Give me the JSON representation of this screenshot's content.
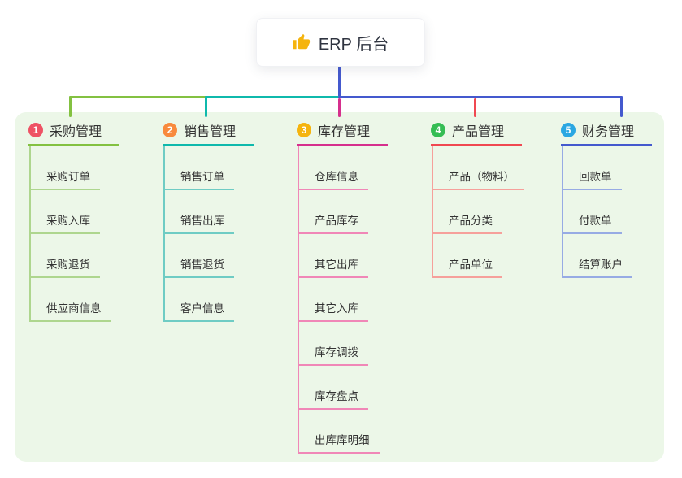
{
  "root": {
    "label": "ERP 后台",
    "icon": "thumbs-up-icon",
    "icon_color": "#f5b40e"
  },
  "colors": {
    "page_background": "#ffffff",
    "panel_background": "#ecf7e8",
    "text": "#333333",
    "root_connector": "#4459ce",
    "rail_green": "#83c141",
    "rail_teal": "#0fb9ac",
    "rail_blue": "#4459ce",
    "drop_branch1": "#83c141",
    "drop_branch2": "#0fb9ac",
    "drop_branch3": "#d62f8d",
    "drop_branch4": "#f04851",
    "drop_branch5": "#4459ce"
  },
  "branches": [
    {
      "index": "1",
      "label": "采购管理",
      "badge_color": "#ee5264",
      "line_color": "#83c141",
      "child_line_color": "#aed68e",
      "children": [
        "采购订单",
        "采购入库",
        "采购退货",
        "供应商信息"
      ]
    },
    {
      "index": "2",
      "label": "销售管理",
      "badge_color": "#f88a3d",
      "line_color": "#0fb9ac",
      "child_line_color": "#6fccc4",
      "children": [
        "销售订单",
        "销售出库",
        "销售退货",
        "客户信息"
      ]
    },
    {
      "index": "3",
      "label": "库存管理",
      "badge_color": "#f5b40f",
      "line_color": "#d62f8d",
      "child_line_color": "#f087b7",
      "children": [
        "仓库信息",
        "产品库存",
        "其它出库",
        "其它入库",
        "库存调拨",
        "库存盘点",
        "出库库明细"
      ]
    },
    {
      "index": "4",
      "label": "产品管理",
      "badge_color": "#35bd54",
      "line_color": "#f04851",
      "child_line_color": "#f6a09b",
      "children": [
        "产品（物料）",
        "产品分类",
        "产品单位"
      ]
    },
    {
      "index": "5",
      "label": "财务管理",
      "badge_color": "#2aa7e2",
      "line_color": "#4459ce",
      "child_line_color": "#97abe4",
      "children": [
        "回款单",
        "付款单",
        "结算账户"
      ]
    }
  ]
}
